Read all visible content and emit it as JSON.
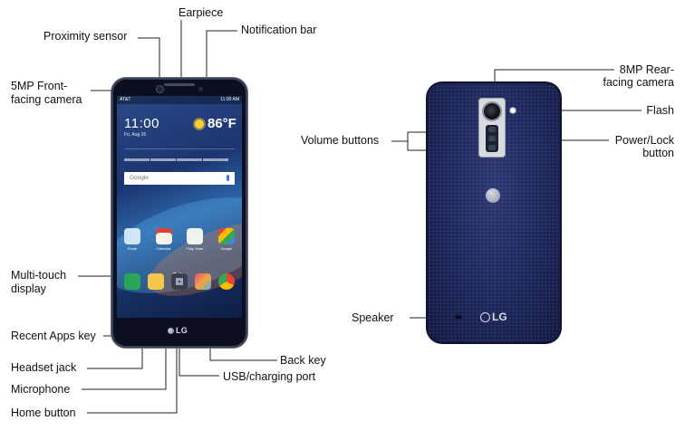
{
  "front_labels": {
    "earpiece": "Earpiece",
    "proximity_sensor": "Proximity sensor",
    "notification_bar": "Notification bar",
    "front_camera_line1": "5MP Front-",
    "front_camera_line2": "facing camera",
    "multitouch_line1": "Multi-touch",
    "multitouch_line2": "display",
    "recent_apps_key": "Recent Apps key",
    "back_key": "Back key",
    "headset_jack": "Headset jack",
    "usb_port": "USB/charging port",
    "microphone": "Microphone",
    "home_button": "Home button"
  },
  "rear_labels": {
    "rear_camera_line1": "8MP Rear-",
    "rear_camera_line2": "facing camera",
    "flash": "Flash",
    "volume_buttons": "Volume buttons",
    "power_lock_line1": "Power/Lock",
    "power_lock_line2": "button",
    "speaker": "Speaker"
  },
  "screen": {
    "carrier": "AT&T",
    "status_time": "11:00 AM",
    "clock": "11:00",
    "date": "Fri, Aug 26",
    "temperature": "86°F",
    "search_text": "Google",
    "apps_top": [
      "Email",
      "Calendar",
      "Play Store",
      "Google"
    ],
    "front_logo": "LG"
  },
  "rear": {
    "logo": "LG"
  },
  "colors": {
    "phone_body": "#0b0f1f",
    "rear_body": "#1a2458",
    "leader_line": "#222222"
  }
}
